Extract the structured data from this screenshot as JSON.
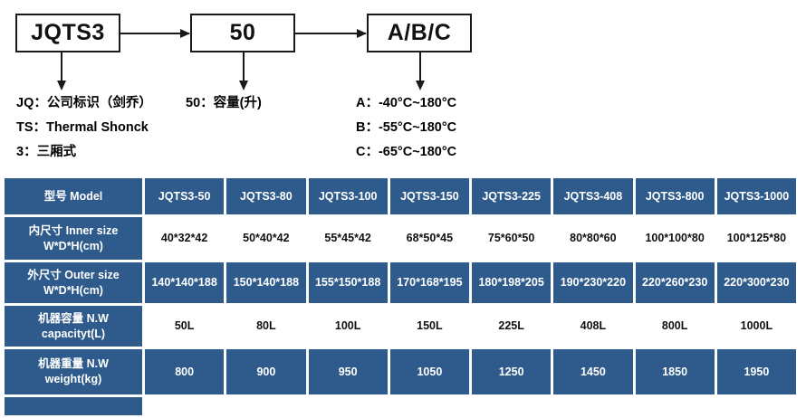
{
  "flowchart": {
    "boxes": [
      {
        "name": "model-code",
        "label": "JQTS3"
      },
      {
        "name": "volume-code",
        "label": "50"
      },
      {
        "name": "temperature-code",
        "label": "A/B/C"
      }
    ],
    "legend_left": [
      "JQ：公司标识（剑乔）",
      "TS：Thermal Shonck",
      "3：三厢式"
    ],
    "legend_middle": [
      "50：容量(升)"
    ],
    "legend_right": [
      "A：-40°C~180°C",
      "B：-55°C~180°C",
      "C：-65°C~180°C"
    ]
  },
  "spec_table": {
    "header": {
      "row_label": "型号 Model",
      "models": [
        "JQTS3-50",
        "JQTS3-80",
        "JQTS3-100",
        "JQTS3-150",
        "JQTS3-225",
        "JQTS3-408",
        "JQTS3-800",
        "JQTS3-1000"
      ]
    },
    "rows": [
      {
        "name": "inner-size",
        "label_line1": "内尺寸 Inner size",
        "label_line2": "W*D*H(cm)",
        "style": "light",
        "values": [
          "40*32*42",
          "50*40*42",
          "55*45*42",
          "68*50*45",
          "75*60*50",
          "80*80*60",
          "100*100*80",
          "100*125*80"
        ]
      },
      {
        "name": "outer-size",
        "label_line1": "外尺寸 Outer size",
        "label_line2": "W*D*H(cm)",
        "style": "blue",
        "values": [
          "140*140*188",
          "150*140*188",
          "155*150*188",
          "170*168*195",
          "180*198*205",
          "190*230*220",
          "220*260*230",
          "220*300*230"
        ]
      },
      {
        "name": "capacity",
        "label_line1": "机器容量 N.W",
        "label_line2": "capacityt(L)",
        "style": "light",
        "values": [
          "50L",
          "80L",
          "100L",
          "150L",
          "225L",
          "408L",
          "800L",
          "1000L"
        ]
      },
      {
        "name": "weight",
        "label_line1": "机器重量 N.W",
        "label_line2": "weight(kg)",
        "style": "blue",
        "values": [
          "800",
          "900",
          "950",
          "1050",
          "1250",
          "1450",
          "1850",
          "1950"
        ]
      }
    ]
  },
  "colors": {
    "table_blue": "#2e5b8b",
    "table_white": "#ffffff",
    "line_black": "#1a1a1a"
  }
}
